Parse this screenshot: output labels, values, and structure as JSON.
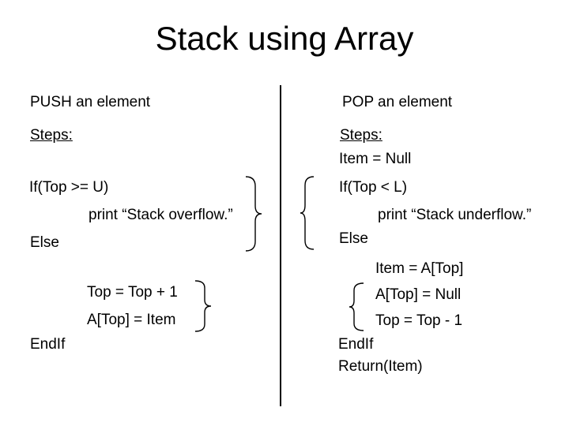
{
  "title": "Stack using Array",
  "push": {
    "heading": "PUSH an element",
    "steps": "Steps:",
    "if_cond": "If(Top >= U)",
    "print_stmt": "print “Stack overflow.”",
    "else_kw": "Else",
    "stmt1": "Top = Top + 1",
    "stmt2": "A[Top] = Item",
    "endif_kw": "EndIf"
  },
  "pop": {
    "heading": "POP an element",
    "steps": "Steps:",
    "init_stmt": "Item = Null",
    "if_cond": "If(Top < L)",
    "print_stmt": "print “Stack underflow.”",
    "else_kw": "Else",
    "stmt1": "Item = A[Top]",
    "stmt2": "A[Top] = Null",
    "stmt3": "Top = Top - 1",
    "endif_kw": "EndIf",
    "return_stmt": "Return(Item)"
  },
  "colors": {
    "text": "#000000",
    "background": "#ffffff"
  }
}
